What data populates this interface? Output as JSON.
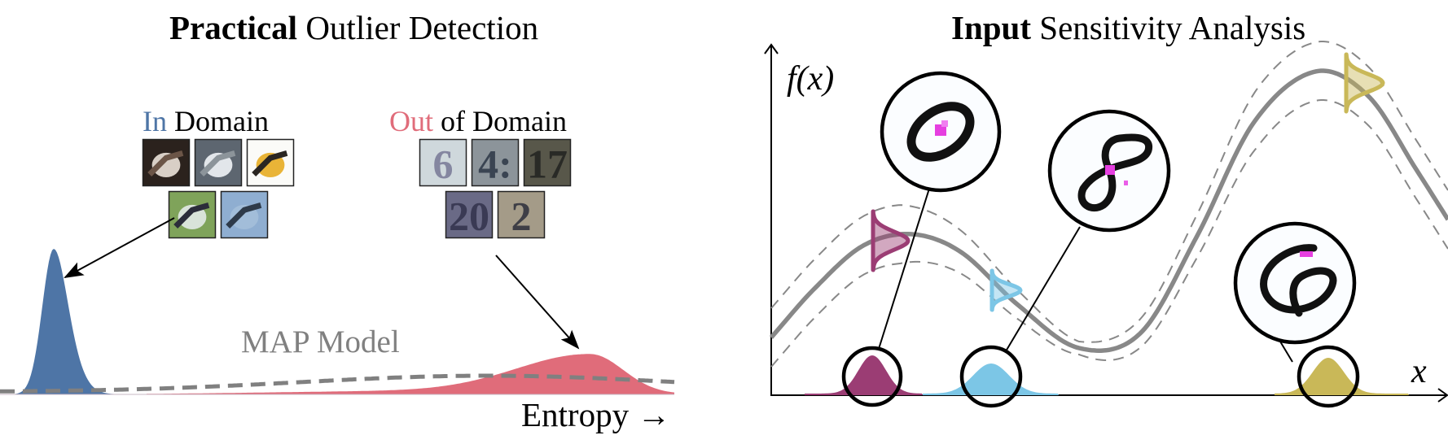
{
  "left_panel": {
    "title_bold": "Practical",
    "title_rest": " Outlier Detection",
    "in_domain": {
      "highlight": "In",
      "rest": " Domain",
      "highlight_color": "#4e75a6"
    },
    "out_domain": {
      "highlight": "Out",
      "rest": " of Domain",
      "highlight_color": "#e06c7a"
    },
    "in_domain_thumbnails": [
      {
        "name": "dog",
        "colors": [
          "#2b221d",
          "#d8cfc6",
          "#6b5547"
        ]
      },
      {
        "name": "car",
        "colors": [
          "#5d6670",
          "#e2e6ea",
          "#8c949a"
        ]
      },
      {
        "name": "bird",
        "colors": [
          "#fbfbf8",
          "#e9b437",
          "#2a2622"
        ]
      },
      {
        "name": "horse",
        "colors": [
          "#7fa35a",
          "#d9e3d9",
          "#2b2c3a"
        ]
      },
      {
        "name": "airplane",
        "colors": [
          "#8faed1",
          "#a2bdd9",
          "#2e3a49"
        ]
      }
    ],
    "out_domain_thumbnails": [
      {
        "name": "digit-6",
        "glyph": "6",
        "colors": [
          "#cfd8dc",
          "#6c6b8c"
        ]
      },
      {
        "name": "digit-4",
        "glyph": "4:",
        "colors": [
          "#8c949a",
          "#1f2a3b"
        ]
      },
      {
        "name": "digit-17",
        "glyph": "17",
        "colors": [
          "#58574a",
          "#1a1b1a"
        ]
      },
      {
        "name": "digit-20",
        "glyph": "20",
        "colors": [
          "#6a6a86",
          "#2b2b44"
        ]
      },
      {
        "name": "digit-2",
        "glyph": "2",
        "colors": [
          "#a49b88",
          "#1c2030"
        ]
      }
    ],
    "map_label": "MAP Model",
    "map_color": "#808080",
    "xlabel": "Entropy →",
    "in_color": "#4e75a6",
    "out_color": "#e06c7a"
  },
  "right_panel": {
    "title_bold": "Input",
    "title_rest": " Sensitivity Analysis",
    "ylabel": "f(x)",
    "xlabel": "x",
    "mean_color": "#888888",
    "band_color": "#888888",
    "inputs": [
      {
        "name": "input-0",
        "digit": "0",
        "color": "#9b3d74"
      },
      {
        "name": "input-8",
        "digit": "8",
        "color": "#7cc6e6"
      },
      {
        "name": "input-6",
        "digit": "6",
        "color": "#c9b858"
      }
    ]
  }
}
